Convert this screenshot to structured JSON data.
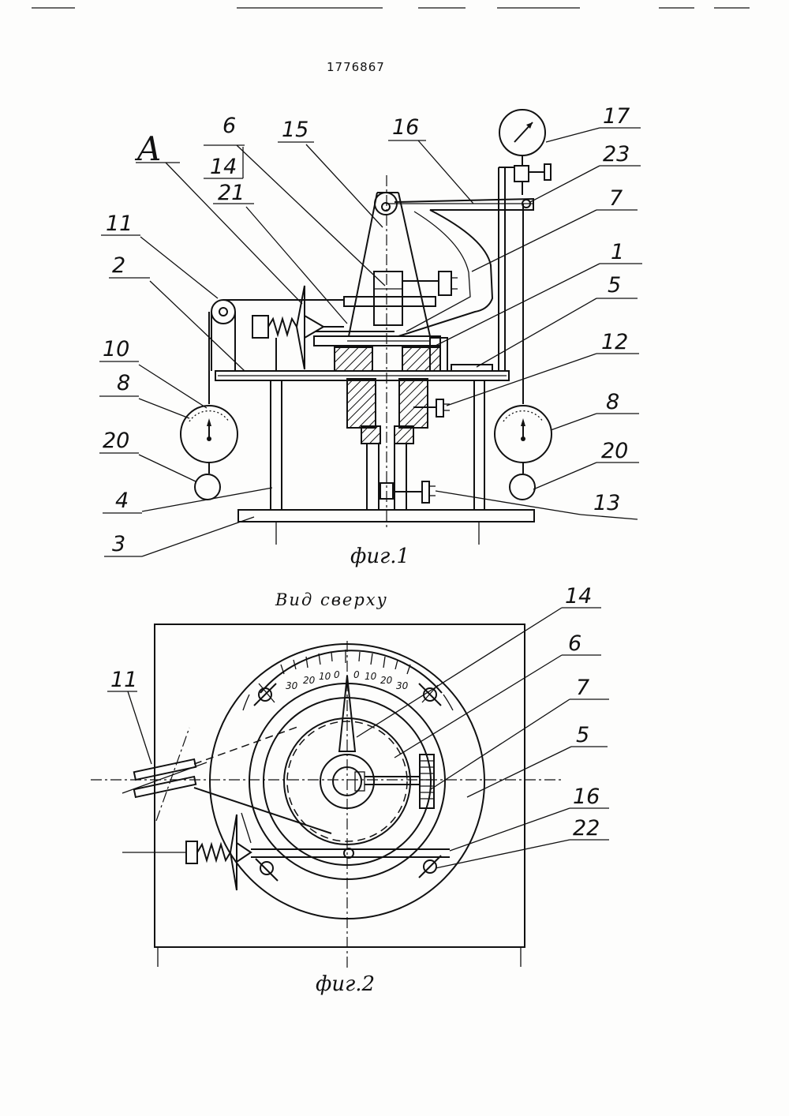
{
  "header": {
    "document_number": "1776867"
  },
  "fig1": {
    "caption": "фиг.1",
    "labels": {
      "A": "A",
      "l6": "6",
      "l14": "14",
      "l15": "15",
      "l16": "16",
      "l17": "17",
      "l23": "23",
      "l21": "21",
      "l7": "7",
      "l11": "11",
      "l2": "2",
      "l1": "1",
      "l5": "5",
      "l12": "12",
      "l10": "10",
      "l8_left": "8",
      "l8_right": "8",
      "l20_left": "20",
      "l20_right": "20",
      "l4": "4",
      "l13": "13",
      "l3": "3"
    }
  },
  "fig2": {
    "caption": "фиг.2",
    "view_title": "Вид сверху",
    "labels": {
      "l11": "11",
      "l14": "14",
      "l6": "6",
      "l7": "7",
      "l5": "5",
      "l16": "16",
      "l22": "22"
    },
    "scale_marks": [
      "30",
      "20",
      "10",
      "0",
      "0",
      "10",
      "20",
      "30"
    ]
  }
}
